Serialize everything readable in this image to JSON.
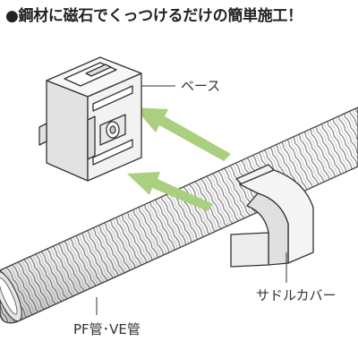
{
  "headline": "●鋼材に磁石でくっつけるだけの簡単施工！",
  "labels": {
    "base": "ベース",
    "saddle_cover": "サドルカバー",
    "conduit": "PF管･VE管"
  },
  "colors": {
    "arrow": "#a9cf7f",
    "part_fill": "#f2f2f2",
    "outline": "#333333",
    "conduit_shade": "#cfcfcf"
  }
}
